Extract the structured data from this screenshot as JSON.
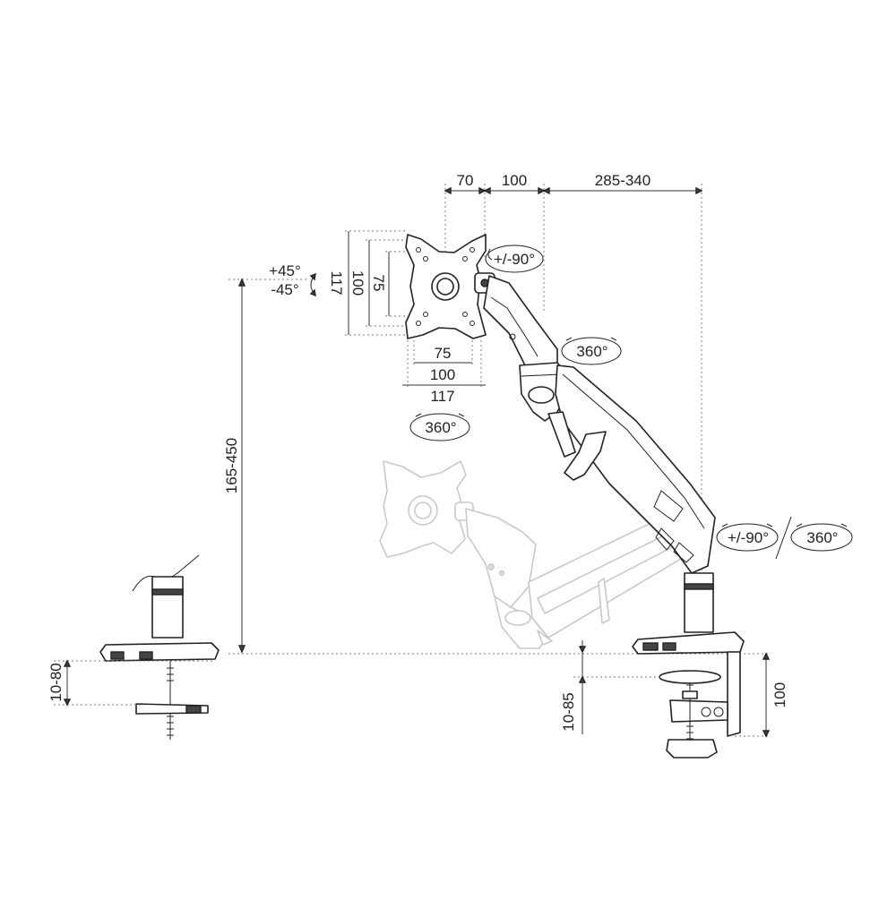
{
  "top_dimensions": {
    "d1": "70",
    "d2": "100",
    "d3": "285-340"
  },
  "vesa": {
    "vertical_outer": "117",
    "vertical_mid": "100",
    "vertical_inner": "75",
    "horizontal_inner": "75",
    "horizontal_mid": "100",
    "horizontal_outer": "117"
  },
  "tilt": {
    "up": "+45°",
    "down": "-45°"
  },
  "rotations": {
    "head_rotate": "+/-90°",
    "head_swivel": "360°",
    "elbow_swivel": "360°",
    "base_rotate": "+/-90°",
    "base_swivel": "360°"
  },
  "height_range": "165-450",
  "clamp_thickness": "10-80",
  "grommet_range": "10-85",
  "clamp_height": "100",
  "colors": {
    "line": "#222222",
    "ghost": "#c9c9c9",
    "dimension": "#777777"
  }
}
